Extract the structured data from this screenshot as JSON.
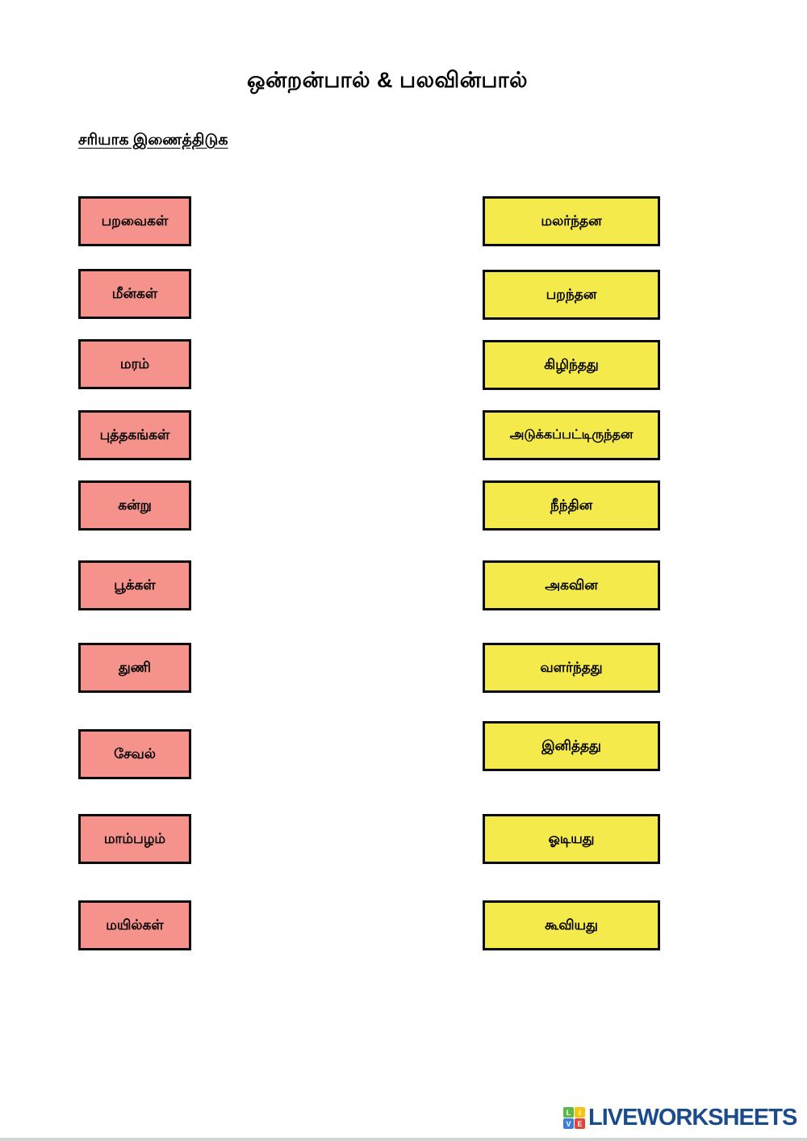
{
  "title": "ஒன்றன்பால் & பலவின்பால்",
  "instruction": "சரியாக இணைத்திடுக",
  "colors": {
    "left_box_bg": "#F5928B",
    "right_box_bg": "#F5EA4B",
    "box_border": "#0B0B0B",
    "brand_navy": "#1A4B8C",
    "logo_green": "#5CB947",
    "logo_yellow": "#F9C513",
    "logo_blue": "#3D7DD8",
    "logo_red": "#E04438"
  },
  "left_column": {
    "items": [
      {
        "label": "பறவைகள்"
      },
      {
        "label": "மீன்கள்"
      },
      {
        "label": "மரம்"
      },
      {
        "label": "புத்தகங்கள்"
      },
      {
        "label": "கன்று"
      },
      {
        "label": "பூக்கள்"
      },
      {
        "label": "துணி"
      },
      {
        "label": "சேவல்"
      },
      {
        "label": "மாம்பழம்"
      },
      {
        "label": "மயில்கள்"
      }
    ]
  },
  "right_column": {
    "items": [
      {
        "label": "மலர்ந்தன"
      },
      {
        "label": "பறந்தன"
      },
      {
        "label": "கிழிந்தது"
      },
      {
        "label": "அடுக்கப்பட்டிருந்தன"
      },
      {
        "label": "நீந்தின"
      },
      {
        "label": "அகவின"
      },
      {
        "label": "வளர்ந்தது"
      },
      {
        "label": "இனித்தது"
      },
      {
        "label": "ஓடியது"
      },
      {
        "label": "கூவியது"
      }
    ]
  },
  "footer": {
    "brand": "LIVEWORKSHEETS",
    "logo_letters": [
      "L",
      "I",
      "V",
      "E"
    ]
  }
}
